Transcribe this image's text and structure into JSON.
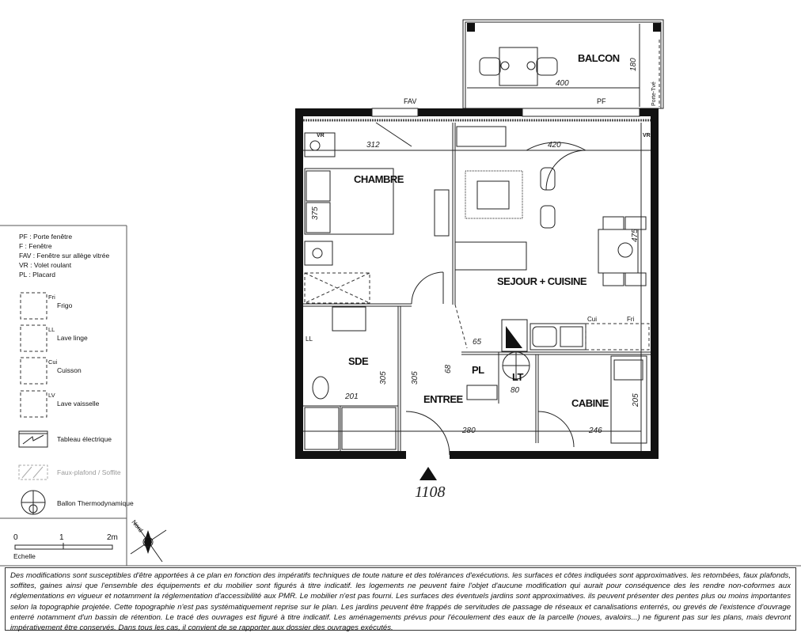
{
  "plan": {
    "rooms": {
      "chambre": "CHAMBRE",
      "sejour": "SEJOUR + CUISINE",
      "sde": "SDE",
      "entree": "ENTREE",
      "placard": "PL",
      "lt": "LT",
      "cabine": "CABINE",
      "balcon": "BALCON"
    },
    "openings": {
      "fav": "FAV",
      "pf": "PF",
      "vr_left": "VR",
      "vr_right": "VR",
      "porte_tve": "Porte-Tvé",
      "cui": "Cui",
      "fri": "Fri",
      "ll": "LL"
    },
    "dimensions": {
      "d312": "312",
      "d420": "420",
      "d400": "400",
      "d180": "180",
      "d375": "375",
      "d475": "475",
      "d65": "65",
      "d68": "68",
      "d80": "80",
      "d201": "201",
      "d305a": "305",
      "d305b": "305",
      "d280": "280",
      "d246": "246",
      "d205": "205"
    },
    "lot_number": "1108",
    "compass_label": "Nord"
  },
  "legend": {
    "abbreviations": [
      "PF : Porte fenêtre",
      "F : Fenêtre",
      "FAV : Fenêtre sur allège vitrée",
      "VR : Volet roulant",
      "PL : Placard"
    ],
    "items": [
      {
        "code": "Fri",
        "label": "Frigo"
      },
      {
        "code": "LL",
        "label": "Lave linge"
      },
      {
        "code": "Cui",
        "label": "Cuisson"
      },
      {
        "code": "LV",
        "label": "Lave vaisselle"
      }
    ],
    "tableau": "Tableau électrique",
    "faux_plafond": "Faux-plafond / Soffite",
    "ballon": "Ballon Thermodynamique"
  },
  "scale": {
    "ticks": [
      "0",
      "1",
      "2m"
    ],
    "label": "Echelle"
  },
  "disclaimer": "Des modifications sont susceptibles d'être apportées à ce plan en fonction des impératifs techniques de toute nature et des tolérances d'exécutions. les surfaces et côtes indiquées sont approximatives. les retombées, faux plafonds, soffites, gaines ainsi que l'ensemble des équipements et du mobilier sont figurés à titre indicatif. les logements ne peuvent faire l'objet d'aucune modification qui aurait pour conséquence des les rendre non-coformes aux réglementations en vigueur et notamment la réglementation d'accessibilité aux PMR. Le mobilier n'est pas fourni. Les surfaces des éventuels jardins sont approximatives. ils peuvent présenter des pentes plus ou moins importantes selon la topographie projetée. Cette topographie n'est pas systématiquement reprise sur le plan. Les jardins peuvent être frappés de servitudes de passage de réseaux et canalisations enterrés, ou grevés de l'existence d'ouvrage enterré notamment d'un bassin de rétention. Le tracé des ouvrages est figuré à titre indicatif. Les aménagements prévus pour l'écoulement des eaux de la parcelle (noues, avaloirs...) ne figurent pas sur les plans, mais devront impérativement être conservés. Dans tous les cas, il convient de se rapporter aux dossier des ouvrages exécutés."
}
